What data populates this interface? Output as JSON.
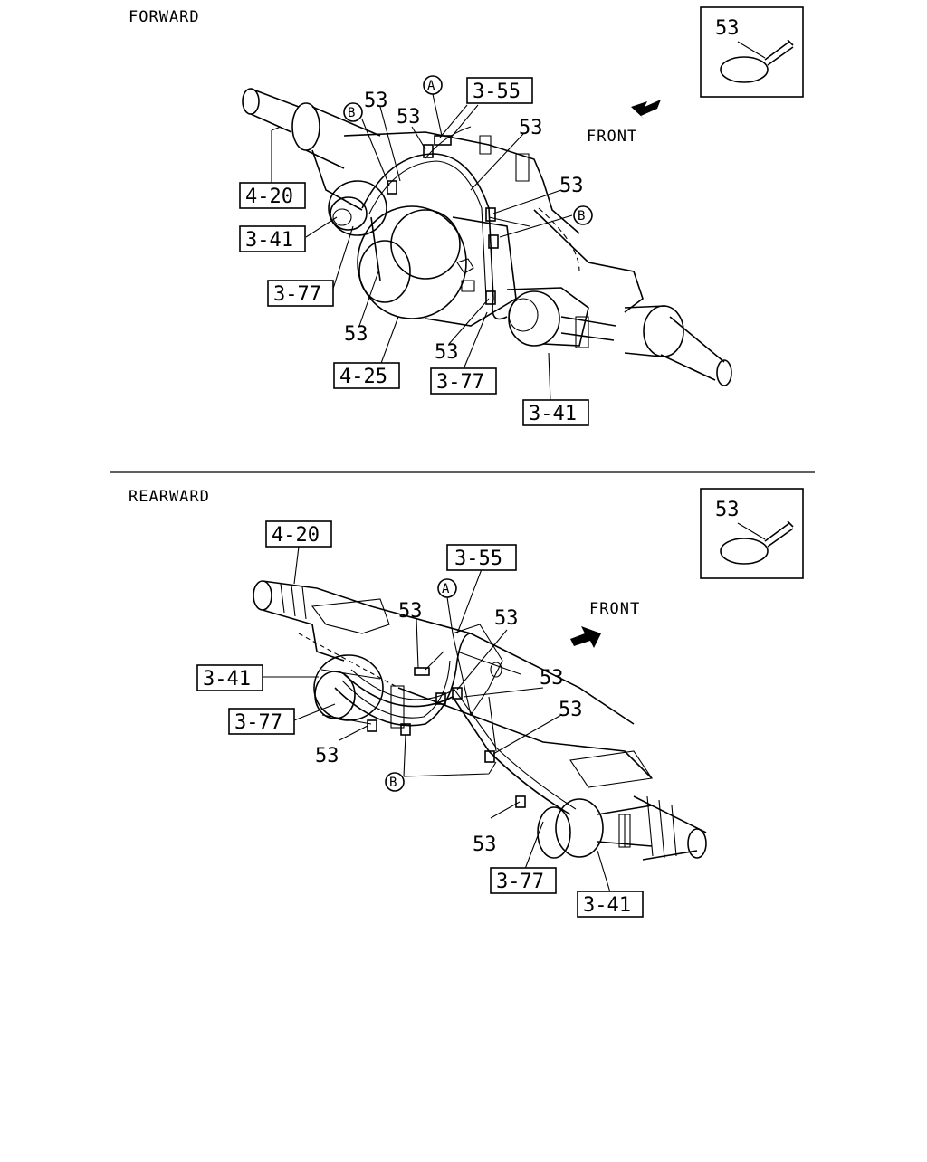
{
  "sections": {
    "forward": {
      "title": "FORWARD",
      "front_label": "FRONT",
      "inset_label": "53",
      "callouts": {
        "c_4_20": "4-20",
        "c_3_41_left": "3-41",
        "c_3_77_left": "3-77",
        "c_4_25": "4-25",
        "c_3_77_right": "3-77",
        "c_3_41_right": "3-41",
        "c_3_55": "3-55"
      },
      "labels": {
        "l53_a": "53",
        "l53_b": "53",
        "l53_c": "53",
        "l53_d": "53",
        "l53_e": "53",
        "l53_f": "53"
      },
      "markers": {
        "a": "A",
        "b1": "B",
        "b2": "B"
      }
    },
    "rearward": {
      "title": "REARWARD",
      "front_label": "FRONT",
      "inset_label": "53",
      "callouts": {
        "c_4_20": "4-20",
        "c_3_55": "3-55",
        "c_3_41_left": "3-41",
        "c_3_77_left": "3-77",
        "c_3_77_right": "3-77",
        "c_3_41_right": "3-41"
      },
      "labels": {
        "l53_a": "53",
        "l53_b": "53",
        "l53_c": "53",
        "l53_d": "53",
        "l53_e": "53",
        "l53_f": "53"
      },
      "markers": {
        "a": "A",
        "b": "B"
      }
    }
  }
}
